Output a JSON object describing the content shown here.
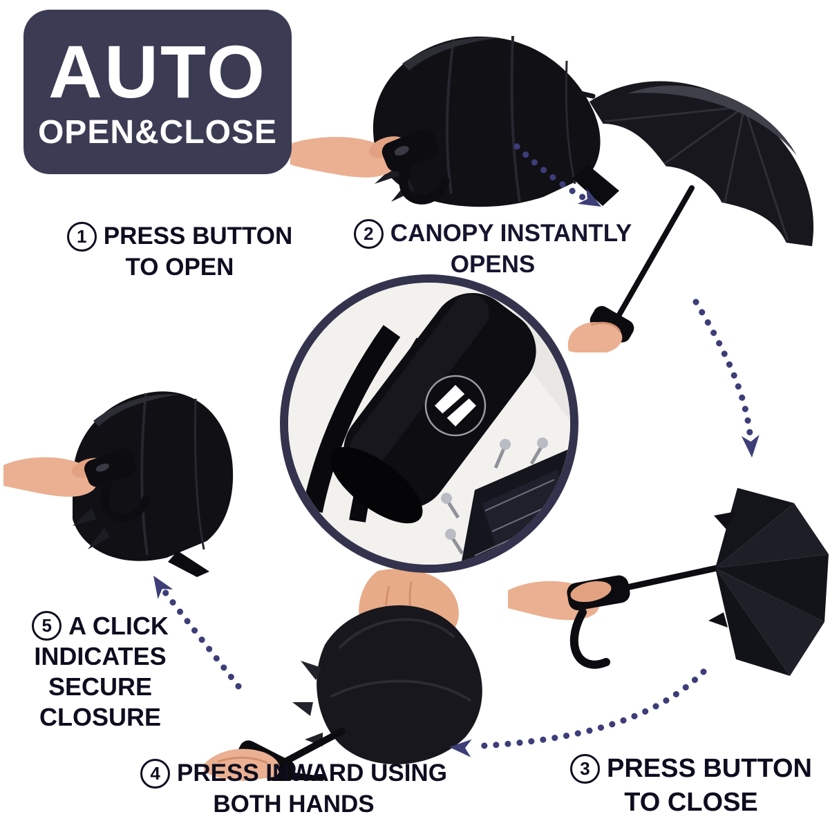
{
  "badge": {
    "title": "AUTO",
    "subtitle": "OPEN&CLOSE"
  },
  "steps": [
    {
      "num": "1",
      "lines": [
        "PRESS BUTTON",
        "TO OPEN"
      ]
    },
    {
      "num": "2",
      "lines": [
        "CANOPY INSTANTLY",
        "OPENS"
      ]
    },
    {
      "num": "3",
      "lines": [
        "PRESS BUTTON",
        "TO CLOSE"
      ]
    },
    {
      "num": "4",
      "lines": [
        "PRESS INWARD USING",
        "BOTH HANDS"
      ]
    },
    {
      "num": "5",
      "lines": [
        "A CLICK",
        "INDICATES",
        "SECURE",
        "CLOSURE"
      ]
    }
  ],
  "illustrations": {
    "photoA": "hand holding folded umbrella",
    "photoB": "open umbrella held by hand",
    "photoC": "hand holding folded umbrella",
    "closeup": "umbrella handle close-up with auto open-close button and wrist strap",
    "photoE": "two hands pressing half-closed umbrella inward",
    "photoF": "hand holding half-closed inverted umbrella"
  },
  "icons": {
    "button_icon": "open-close-split-diamond"
  },
  "colors": {
    "badge_bg": "#3b3b54",
    "badge_text": "#ffffff",
    "step_text": "#0d0d1f",
    "arrow": "#3d3d78",
    "umbrella_black": "#121218",
    "skin": "#eab091",
    "circle_ring": "#34334e",
    "circle_bg": "#f2f1ee"
  }
}
